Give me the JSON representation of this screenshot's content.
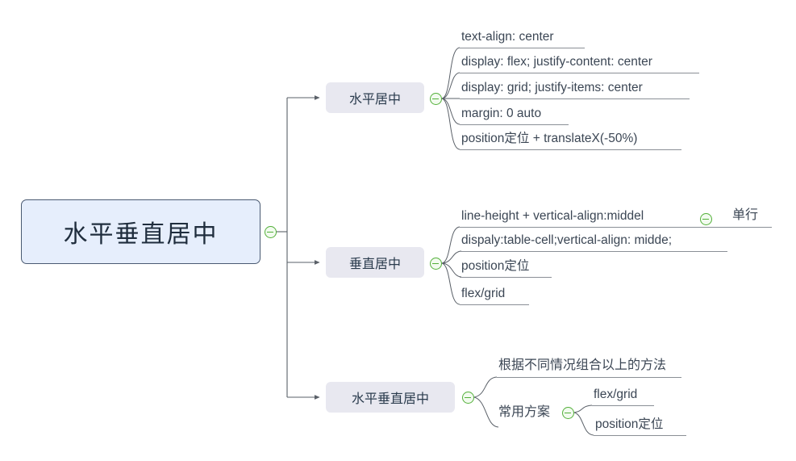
{
  "diagram": {
    "type": "mind-map",
    "title": "水平垂直居中",
    "background": "#ffffff",
    "colors": {
      "root_fill": "#e6eefc",
      "root_border": "#4a5a72",
      "branch_fill": "#e8e8f0",
      "connector": "#5a6068",
      "underline": "#8a8f96",
      "toggle_green": "#53b03a",
      "text": "#3b4654"
    },
    "root": {
      "label": "水平垂直居中",
      "toggle_name": "collapse-toggle-root"
    },
    "branches": [
      {
        "label": "水平居中",
        "toggle_name": "collapse-toggle-horizontal",
        "leaves": [
          {
            "label": "text-align: center"
          },
          {
            "label": "display: flex; justify-content: center"
          },
          {
            "label": "display: grid; justify-items: center"
          },
          {
            "label": "margin: 0 auto"
          },
          {
            "label": "position定位 + translateX(-50%)"
          }
        ]
      },
      {
        "label": "垂直居中",
        "toggle_name": "collapse-toggle-vertical",
        "leaves": [
          {
            "label": "line-height + vertical-align:middel",
            "toggle_name": "collapse-toggle-line-height",
            "children": [
              {
                "label": "单行"
              }
            ]
          },
          {
            "label": "dispaly:table-cell;vertical-align: midde;"
          },
          {
            "label": "position定位"
          },
          {
            "label": "flex/grid"
          }
        ]
      },
      {
        "label": "水平垂直居中",
        "toggle_name": "collapse-toggle-both",
        "leaves": [
          {
            "label": "根据不同情况组合以上的方法"
          },
          {
            "label": "常用方案",
            "toggle_name": "collapse-toggle-common",
            "children": [
              {
                "label": "flex/grid"
              },
              {
                "label": "position定位"
              }
            ]
          }
        ]
      }
    ]
  }
}
